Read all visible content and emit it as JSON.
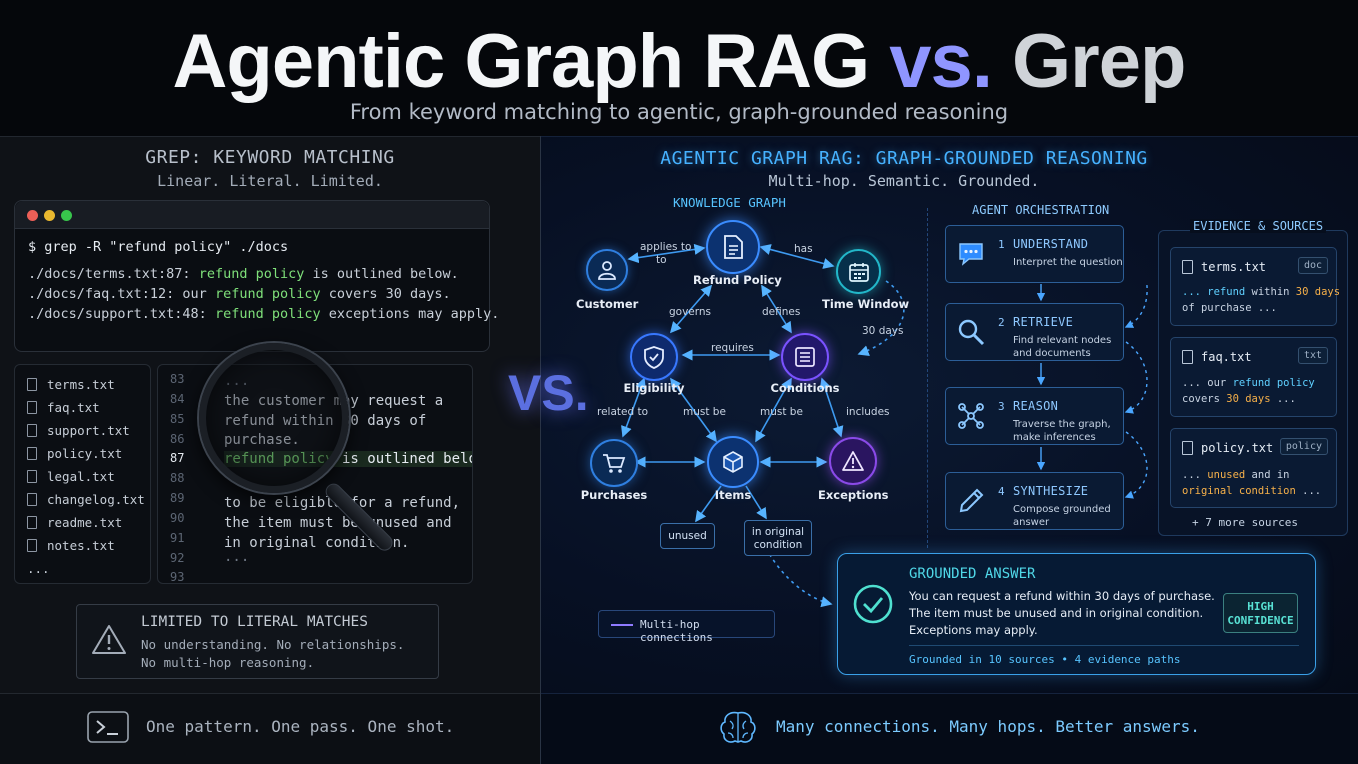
{
  "header": {
    "title_part1": "Agentic Graph RAG ",
    "title_vs": "vs.",
    "title_part2": " Grep",
    "subtitle": "From keyword matching to agentic, graph-grounded reasoning"
  },
  "left": {
    "title": "GREP: KEYWORD MATCHING",
    "subtitle": "Linear. Literal. Limited.",
    "terminal": {
      "command": "$ grep -R \"refund policy\" ./docs",
      "results": [
        {
          "prefix": "./docs/terms.txt:87: ",
          "match": "refund policy",
          "suffix": " is outlined below."
        },
        {
          "prefix": "./docs/faq.txt:12: our ",
          "match": "refund policy",
          "suffix": " covers 30 days."
        },
        {
          "prefix": "./docs/support.txt:48: ",
          "match": "refund policy",
          "suffix": " exceptions may apply."
        }
      ]
    },
    "files": [
      "terms.txt",
      "faq.txt",
      "support.txt",
      "policy.txt",
      "legal.txt",
      "changelog.txt",
      "readme.txt",
      "notes.txt",
      "..."
    ],
    "code": {
      "line_numbers": [
        "83",
        "84",
        "85",
        "86",
        "87",
        "88",
        "89",
        "90",
        "91",
        "92",
        "93"
      ],
      "lines": [
        "...",
        "the customer may request a",
        "refund within 30 days of",
        "purchase.",
        "",
        "",
        "to be eligible for a refund,",
        "the item must be unused and",
        "in original condition.",
        "..."
      ],
      "match_text": "refund policy",
      "match_suffix": " is outlined below."
    },
    "limited": {
      "title": "LIMITED TO LITERAL MATCHES",
      "line1": "No understanding. No relationships.",
      "line2": "No multi-hop reasoning."
    },
    "footer": "One pattern. One pass. One shot."
  },
  "vs_text": "VS.",
  "graph": {
    "title": "KNOWLEDGE GRAPH",
    "nodes": {
      "customer": "Customer",
      "refund_policy": "Refund Policy",
      "time_window": "Time Window",
      "eligibility": "Eligibility",
      "conditions": "Conditions",
      "purchases": "Purchases",
      "items": "Items",
      "exceptions": "Exceptions"
    },
    "edges": {
      "applies_to": "applies to",
      "has": "has",
      "governs": "governs",
      "defines": "defines",
      "days30": "30 days",
      "requires": "requires",
      "related_to": "related to",
      "must_be_1": "must be",
      "must_be_2": "must be",
      "includes": "includes"
    },
    "tags": {
      "unused": "unused",
      "original_1": "in original",
      "original_2": "condition"
    },
    "legend": "Multi-hop connections"
  },
  "right": {
    "title": "AGENTIC GRAPH RAG: GRAPH-GROUNDED REASONING",
    "subtitle": "Multi-hop. Semantic. Grounded.",
    "orchestration": {
      "title": "AGENT ORCHESTRATION",
      "steps": [
        {
          "num": "1",
          "title": "UNDERSTAND",
          "desc1": "Interpret the question",
          "desc2": ""
        },
        {
          "num": "2",
          "title": "RETRIEVE",
          "desc1": "Find relevant nodes",
          "desc2": "and documents"
        },
        {
          "num": "3",
          "title": "REASON",
          "desc1": "Traverse the graph,",
          "desc2": "make inferences"
        },
        {
          "num": "4",
          "title": "SYNTHESIZE",
          "desc1": "Compose grounded",
          "desc2": "answer"
        }
      ]
    },
    "evidence": {
      "title": "EVIDENCE & SOURCES",
      "sources": [
        {
          "name": "terms.txt",
          "type": "doc",
          "l1a": "... refund",
          "l1b": " within ",
          "l1c": "30 days",
          "l2": "of purchase ..."
        },
        {
          "name": "faq.txt",
          "type": "txt",
          "l1a": "... our ",
          "l1b": "refund policy",
          "l2a": "covers ",
          "l2b": "30 days",
          "l2c": " ..."
        },
        {
          "name": "policy.txt",
          "type": "policy",
          "l1a": "... ",
          "l1b": "unused",
          "l1c": " and in",
          "l2a": "original condition",
          "l2b": " ..."
        }
      ],
      "more": "+ 7 more sources"
    },
    "answer": {
      "title": "GROUNDED ANSWER",
      "line1": "You can request a refund within 30 days of purchase.",
      "line2": "The item must be unused and in original condition.",
      "line3": "Exceptions may apply.",
      "confidence_1": "HIGH",
      "confidence_2": "CONFIDENCE",
      "footer_a": "Grounded in 10 sources",
      "footer_sep": "•",
      "footer_b": "4 evidence paths"
    },
    "footer": "Many connections. Many hops. Better answers."
  },
  "colors": {
    "accent_blue": "#3aa0e8",
    "match_green": "#7fe07a",
    "vs_purple": "#8f95ff",
    "confidence_teal": "#58e1d4",
    "exceptions_purple": "#8a4ae8"
  },
  "icons": [
    "terminal-icon",
    "warning-icon",
    "file-icon",
    "document-icon",
    "person-icon",
    "calendar-icon",
    "shield-icon",
    "list-icon",
    "cart-icon",
    "box-icon",
    "chat-icon",
    "search-icon",
    "graph-icon",
    "pen-icon",
    "check-icon",
    "brain-icon"
  ]
}
